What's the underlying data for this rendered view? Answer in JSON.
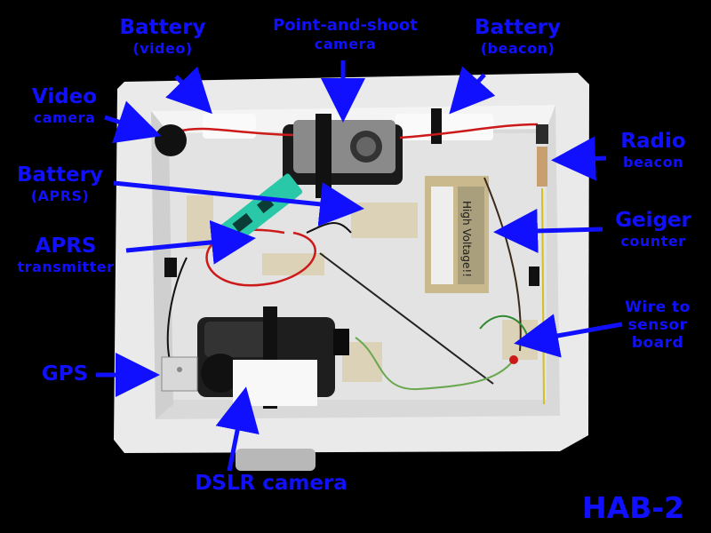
{
  "labels": {
    "battery_video": {
      "title": "Battery",
      "sub": "(video)"
    },
    "point_and_shoot": {
      "title": "Point-and-shoot",
      "sub": "camera"
    },
    "battery_beacon": {
      "title": "Battery",
      "sub": "(beacon)"
    },
    "video_camera": {
      "title": "Video",
      "sub": "camera"
    },
    "radio_beacon": {
      "title": "Radio",
      "sub": "beacon"
    },
    "battery_aprs": {
      "title": "Battery",
      "sub": "(APRS)"
    },
    "aprs_transmitter": {
      "title": "APRS",
      "sub": "transmitter"
    },
    "geiger_counter": {
      "title": "Geiger",
      "sub": "counter"
    },
    "wire_to_sensor": {
      "line1": "Wire to",
      "line2": "sensor",
      "line3": "board"
    },
    "gps": {
      "title": "GPS"
    },
    "dslr_camera": {
      "title": "DSLR camera"
    }
  },
  "board_text": "High Voltage!!",
  "project_title": "HAB-2",
  "colors": {
    "label_blue": "#1010ff",
    "foam_white": "#f2f2f2",
    "wire_red": "#cc1a1a"
  }
}
